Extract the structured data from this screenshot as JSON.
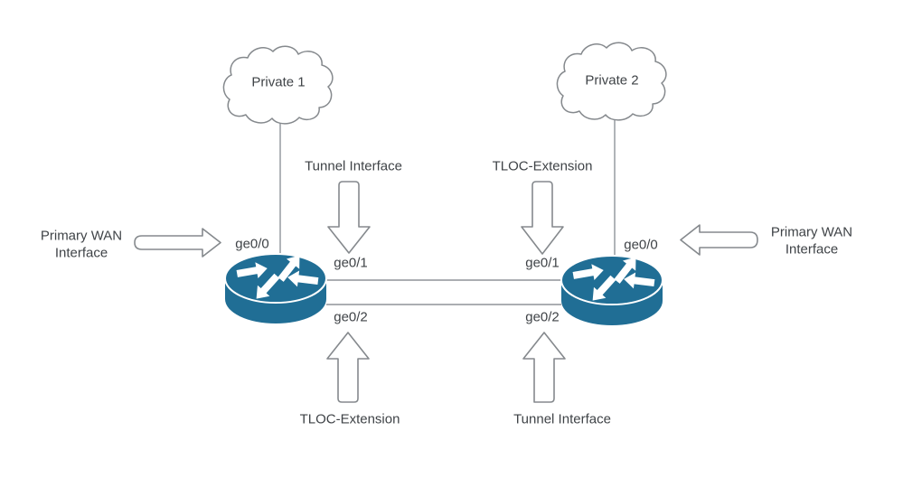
{
  "clouds": {
    "left": {
      "label": "Private 1"
    },
    "right": {
      "label": "Private 2"
    }
  },
  "wan_labels": {
    "left": "Primary WAN Interface",
    "right": "Primary WAN Interface"
  },
  "flow_labels": {
    "top_left": "Tunnel Interface",
    "top_right": "TLOC-Extension",
    "bottom_left": "TLOC-Extension",
    "bottom_right": "Tunnel Interface"
  },
  "routers": {
    "left": {
      "wan": "ge0/0",
      "upper": "ge0/1",
      "lower": "ge0/2"
    },
    "right": {
      "wan": "ge0/0",
      "upper": "ge0/1",
      "lower": "ge0/2"
    }
  },
  "colors": {
    "router": "#206e95",
    "outline": "#85898d",
    "line": "#8f9499",
    "text": "#3f4347",
    "bg": "#ffffff"
  }
}
